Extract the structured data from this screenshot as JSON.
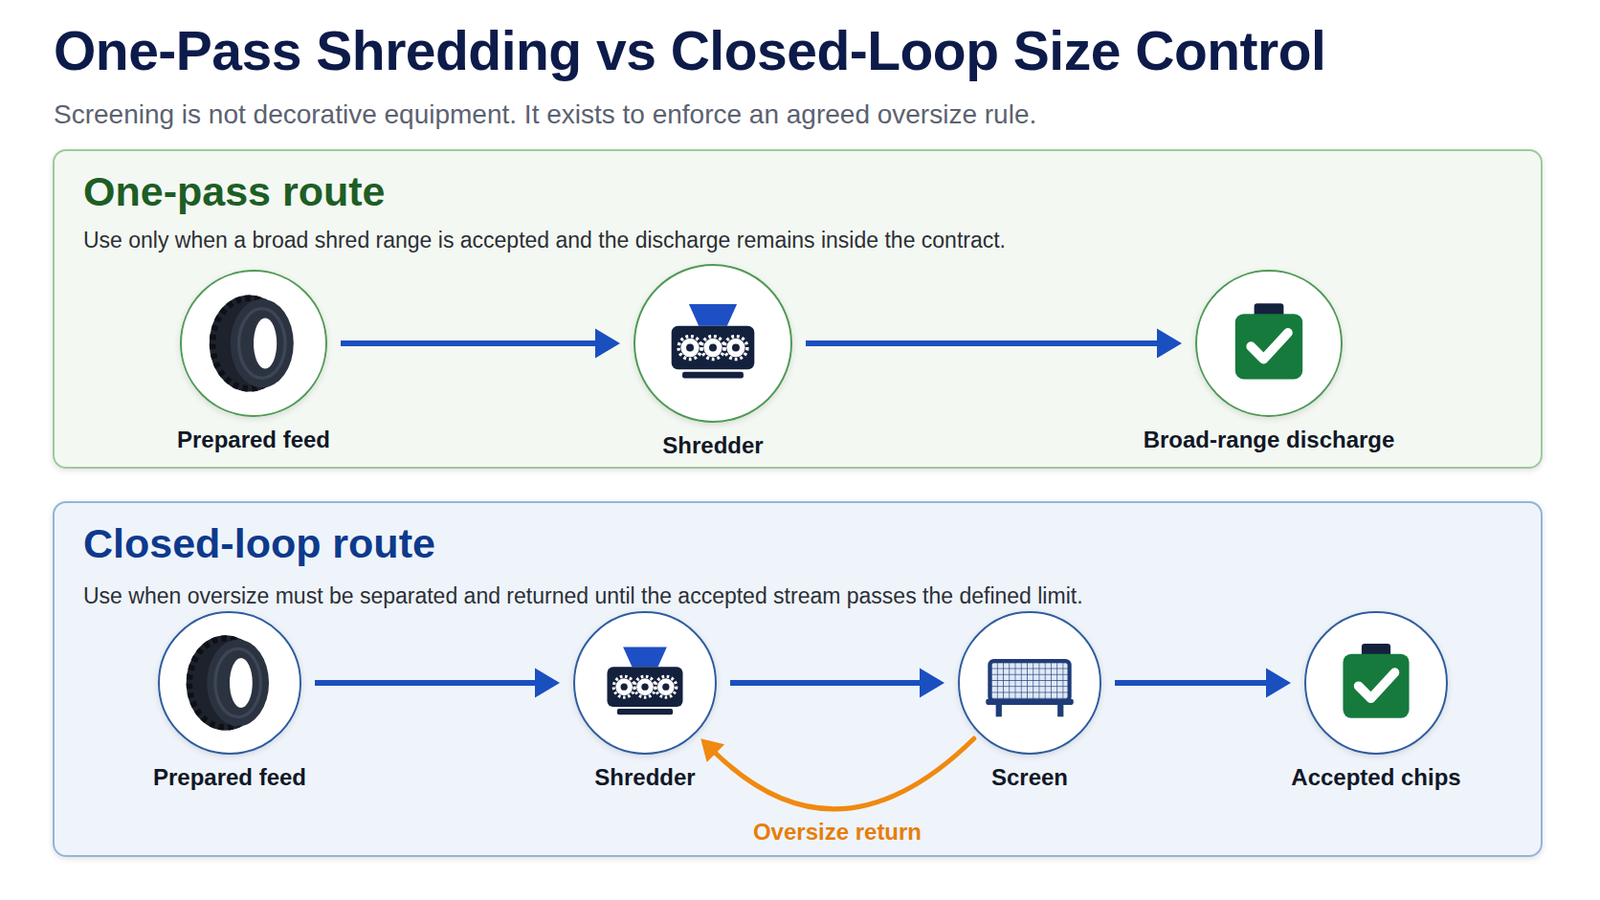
{
  "diagram": {
    "title": "One-Pass Shredding vs Closed-Loop Size Control",
    "caption": "Screening is not decorative equipment. It exists to enforce an agreed oversize rule.",
    "nodes": [
      {
        "text": [
          "One-pass route",
          "Use only when a broad shred range is accepted and the discharge remains inside the contract."
        ]
      },
      {
        "text": [
          "Prepared feed"
        ],
        "in": 0
      },
      {
        "text": [
          "Shredder"
        ],
        "in": 0
      },
      {
        "text": [
          "Broad-range discharge"
        ],
        "in": 0
      },
      {
        "text": [
          "Closed-loop route",
          "Use when oversize must be separated and returned until the accepted stream passes the defined limit."
        ]
      },
      {
        "text": [
          "Prepared feed"
        ],
        "in": 4
      },
      {
        "text": [
          "Shredder"
        ],
        "in": 4
      },
      {
        "text": [
          "Screen"
        ],
        "in": 4
      },
      {
        "text": [
          "Accepted chips"
        ],
        "in": 4
      }
    ],
    "edges": [
      {
        "from": 1,
        "to": 2,
        "arrow": "to"
      },
      {
        "from": 2,
        "to": 3,
        "arrow": "to"
      },
      {
        "from": 5,
        "to": 6,
        "arrow": "to"
      },
      {
        "from": 6,
        "to": 7,
        "arrow": "to"
      },
      {
        "from": 7,
        "to": 8,
        "arrow": "to"
      },
      {
        "from": 7,
        "to": 6,
        "label": "Oversize return",
        "arrow": "to"
      }
    ]
  }
}
